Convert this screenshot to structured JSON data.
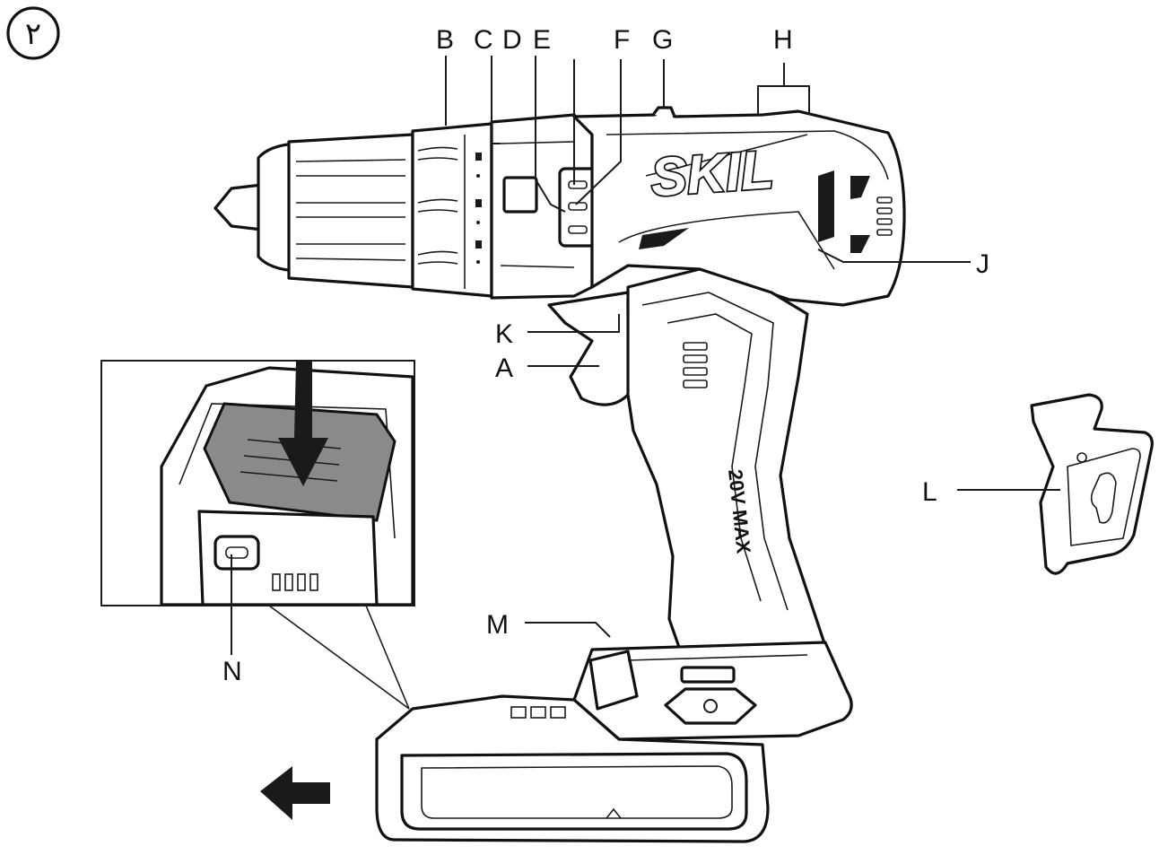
{
  "badge": {
    "glyph": "٢"
  },
  "product": {
    "brand": "SKIL",
    "voltage_marking": "20V MAX"
  },
  "labels": {
    "A": "A",
    "B": "B",
    "C": "C",
    "D": "D",
    "E": "E",
    "F": "F",
    "G": "G",
    "H": "H",
    "J": "J",
    "K": "K",
    "L": "L",
    "M": "M",
    "N": "N"
  },
  "colors": {
    "ink": "#111111",
    "paper": "#ffffff",
    "button_fill": "#8a8a8a"
  },
  "icons": {
    "push_arrow": "down-arrow-icon",
    "slide_arrow": "left-arrow-icon"
  }
}
